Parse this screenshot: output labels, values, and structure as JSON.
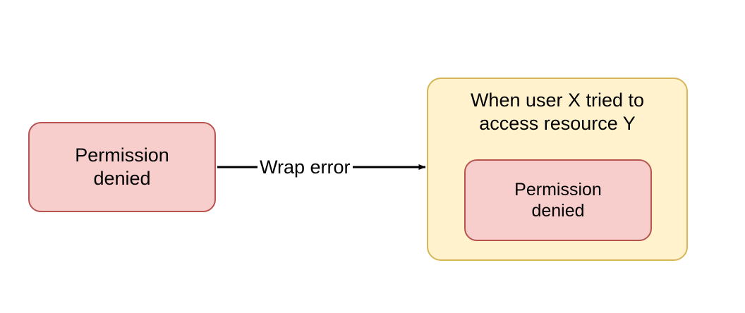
{
  "diagram": {
    "type": "error-wrapping-flow",
    "background": "#ffffff",
    "nodes": {
      "source": {
        "label": "Permission\ndenied",
        "line1": "Permission",
        "line2": "denied",
        "fill": "#f8cecc",
        "stroke": "#b85450"
      },
      "wrapper": {
        "context_line1": "When user X tried to",
        "context_line2": "access resource Y",
        "fill": "#fff2cc",
        "stroke": "#d6b656"
      },
      "nested": {
        "line1": "Permission",
        "line2": "denied",
        "fill": "#f8cecc",
        "stroke": "#b85450"
      }
    },
    "edges": [
      {
        "label": "Wrap error",
        "from": "source",
        "to": "wrapper",
        "color": "#000000",
        "arrowhead": "solid-triangle"
      }
    ]
  }
}
